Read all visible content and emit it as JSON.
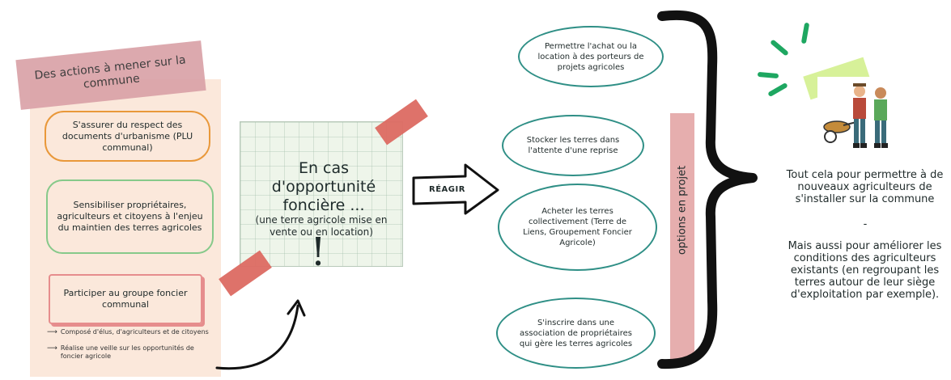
{
  "left": {
    "header": "Des actions à mener sur la commune",
    "box1": "S'assurer du respect des documents d'urbanisme (PLU communal)",
    "box2": "Sensibiliser propriétaires, agriculteurs et citoyens à l'enjeu du maintien des terres agricoles",
    "box3": "Participer au groupe foncier communal",
    "notes": [
      "Composé d'élus, d'agriculteurs et de citoyens",
      "Réalise une veille sur les opportunités de foncier agricole"
    ]
  },
  "center": {
    "title": "En cas d'opportunité foncière ...",
    "subtitle": "(une terre agricole mise en vente ou en location)",
    "exclamation": "!",
    "react_label": "RÉAGIR"
  },
  "options": {
    "items": [
      "Permettre l'achat ou la location à des porteurs de projets agricoles",
      "Stocker les terres dans l'attente d'une reprise",
      "Acheter les terres collectivement (Terre de Liens, Groupement Foncier Agricole)",
      "S'inscrire dans une association de propriétaires qui gère les terres agricoles"
    ],
    "bar_label": "options en projet"
  },
  "right": {
    "text1": "Tout cela pour permettre à de nouveaux agriculteurs de s'installer sur la commune",
    "dash": "-",
    "text2": "Mais aussi pour améliorer les conditions des agriculteurs existants (en regroupant les terres autour de leur siège d'exploitation par exemple)."
  },
  "colors": {
    "orange": "#e9983a",
    "green": "#86c98a",
    "red": "#e68d8d",
    "teal": "#2f8f86",
    "pink": "#e6aeae",
    "panel": "#fbe8db"
  }
}
